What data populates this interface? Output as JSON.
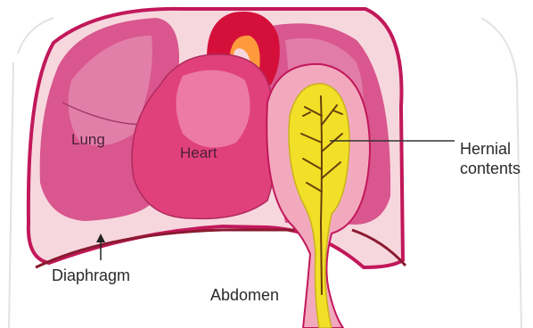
{
  "labels": {
    "lung": "Lung",
    "heart": "Heart",
    "hernial_line1": "Hernial",
    "hernial_line2": "contents",
    "diaphragm": "Diaphragm",
    "abdomen": "Abdomen"
  },
  "colors": {
    "background": "#ffffff",
    "chest_wall": "#c2185b",
    "pleura_fill": "#f7d7de",
    "lung_fill": "#d9578e",
    "lung_highlight": "#e9a0c0",
    "heart_fill": "#e0417a",
    "heart_highlight": "#f3a0c1",
    "aorta": "#d4103a",
    "aorta_inner": "#ff9a3c",
    "hernia_sac": "#f2a9be",
    "hernial_contents": "#f2e028",
    "vessels": "#6b3f0b",
    "diaphragm_line": "#8a1a30",
    "leader_line": "#333333"
  },
  "icons": {
    "diaphragm_pointer": "arrow-up-icon"
  }
}
